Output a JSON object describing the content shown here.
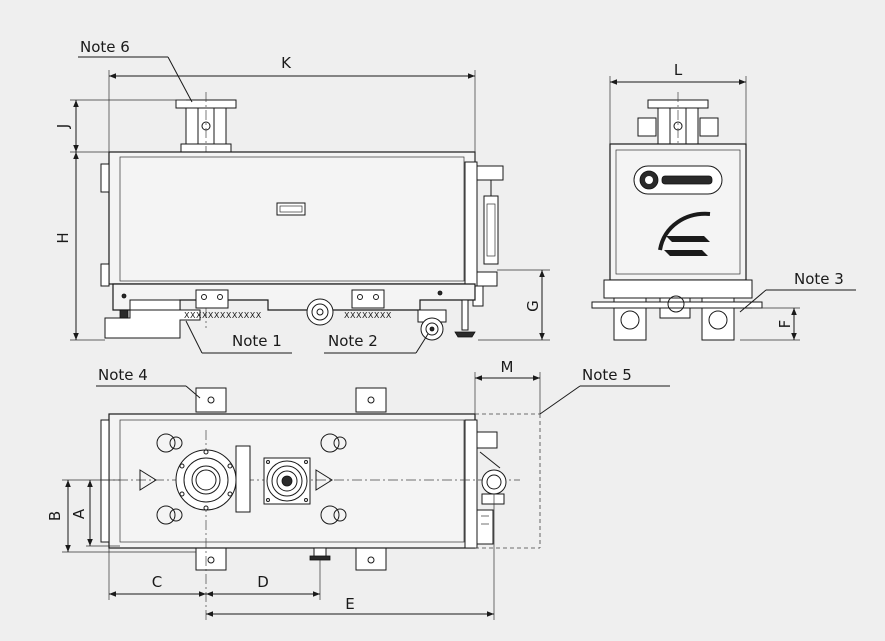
{
  "dimensions": {
    "k": "K",
    "j": "J",
    "h": "H",
    "g": "G",
    "l": "L",
    "f": "F",
    "m": "M",
    "a": "A",
    "b": "B",
    "c": "C",
    "d": "D",
    "e": "E"
  },
  "notes": {
    "note1": "Note 1",
    "note2": "Note 2",
    "note3": "Note 3",
    "note4": "Note 4",
    "note5": "Note 5",
    "note6": "Note 6"
  },
  "markings": {
    "rail_left": "XXXXXXXXXXXXX",
    "rail_right": "XXXXXXXX"
  }
}
